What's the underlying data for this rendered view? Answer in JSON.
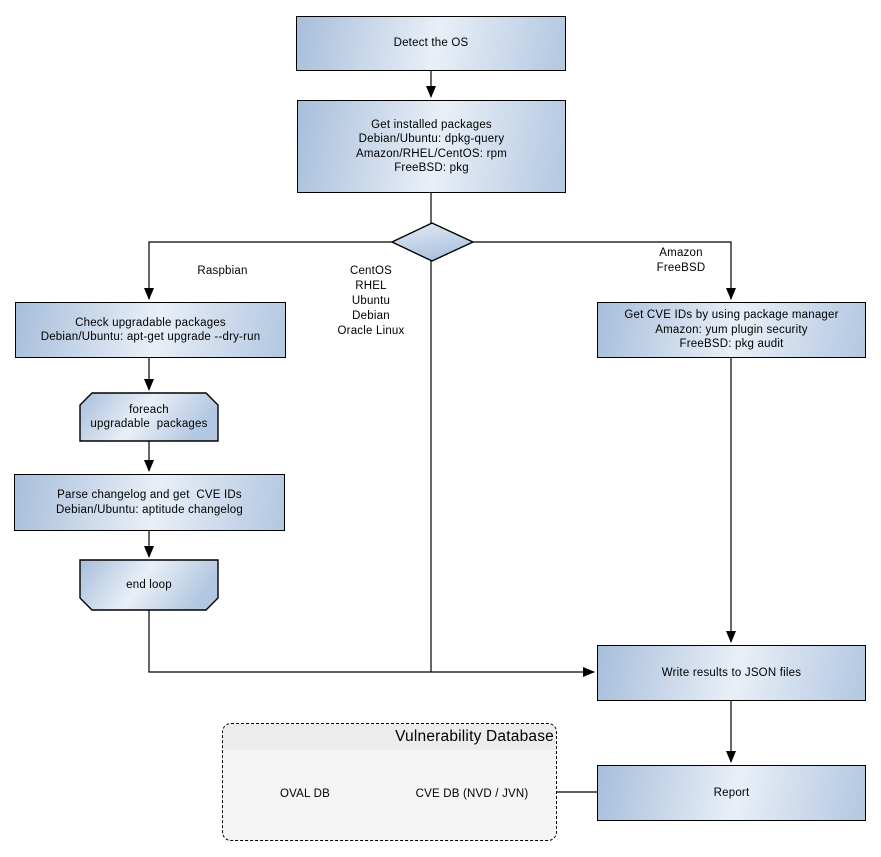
{
  "nodes": {
    "detect_os": {
      "lines": [
        "Detect the OS"
      ]
    },
    "get_installed_packages": {
      "lines": [
        "Get installed packages",
        "Debian/Ubuntu: dpkg-query",
        "Amazon/RHEL/CentOS: rpm",
        "FreeBSD: pkg"
      ]
    },
    "check_upgradable": {
      "lines": [
        "Check upgradable packages",
        "Debian/Ubuntu: apt-get upgrade --dry-run"
      ]
    },
    "foreach_loop": {
      "lines": [
        "foreach",
        "upgradable  packages"
      ]
    },
    "parse_changelog": {
      "lines": [
        "Parse changelog and get  CVE IDs",
        "Debian/Ubuntu: aptitude changelog"
      ]
    },
    "end_loop": {
      "lines": [
        "end loop"
      ]
    },
    "get_cve_ids": {
      "lines": [
        "Get CVE IDs by using package manager",
        "Amazon: yum plugin security",
        "FreeBSD: pkg audit"
      ]
    },
    "write_results": {
      "lines": [
        "Write results to JSON files"
      ]
    },
    "report": {
      "lines": [
        "Report"
      ]
    },
    "oval_db": {
      "label": "OVAL DB"
    },
    "cve_db": {
      "label": "CVE DB (NVD / JVN)"
    }
  },
  "edge_labels": {
    "raspbian": "Raspbian",
    "os_list": [
      "CentOS",
      "RHEL",
      "Ubuntu",
      "Debian",
      "Oracle Linux"
    ],
    "amazon_freebsd": [
      "Amazon",
      "FreeBSD"
    ]
  },
  "container": {
    "title": "Vulnerability Database"
  },
  "colors": {
    "node_gradient_start": "#a7bedb",
    "node_gradient_mid": "#e9eff7",
    "node_gradient_end": "#b2c7e1",
    "cylinder_top_fill": "#d8e2f0",
    "outline": "#000000",
    "container_fill": "#f5f5f5",
    "container_band": "#ececec"
  }
}
